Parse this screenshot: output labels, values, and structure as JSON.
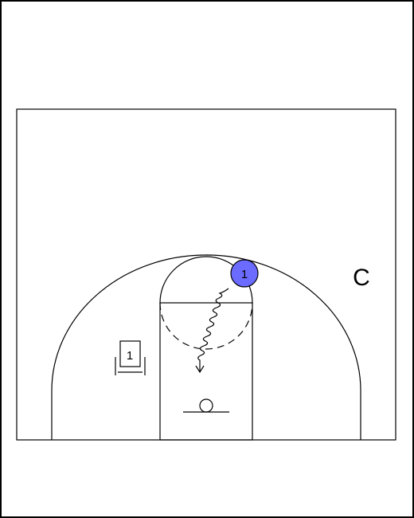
{
  "diagram": {
    "offense_player": {
      "label": "1",
      "fill_color": "#6b6bff"
    },
    "defense_player": {
      "label": "1"
    },
    "coach": {
      "label": "C"
    }
  }
}
